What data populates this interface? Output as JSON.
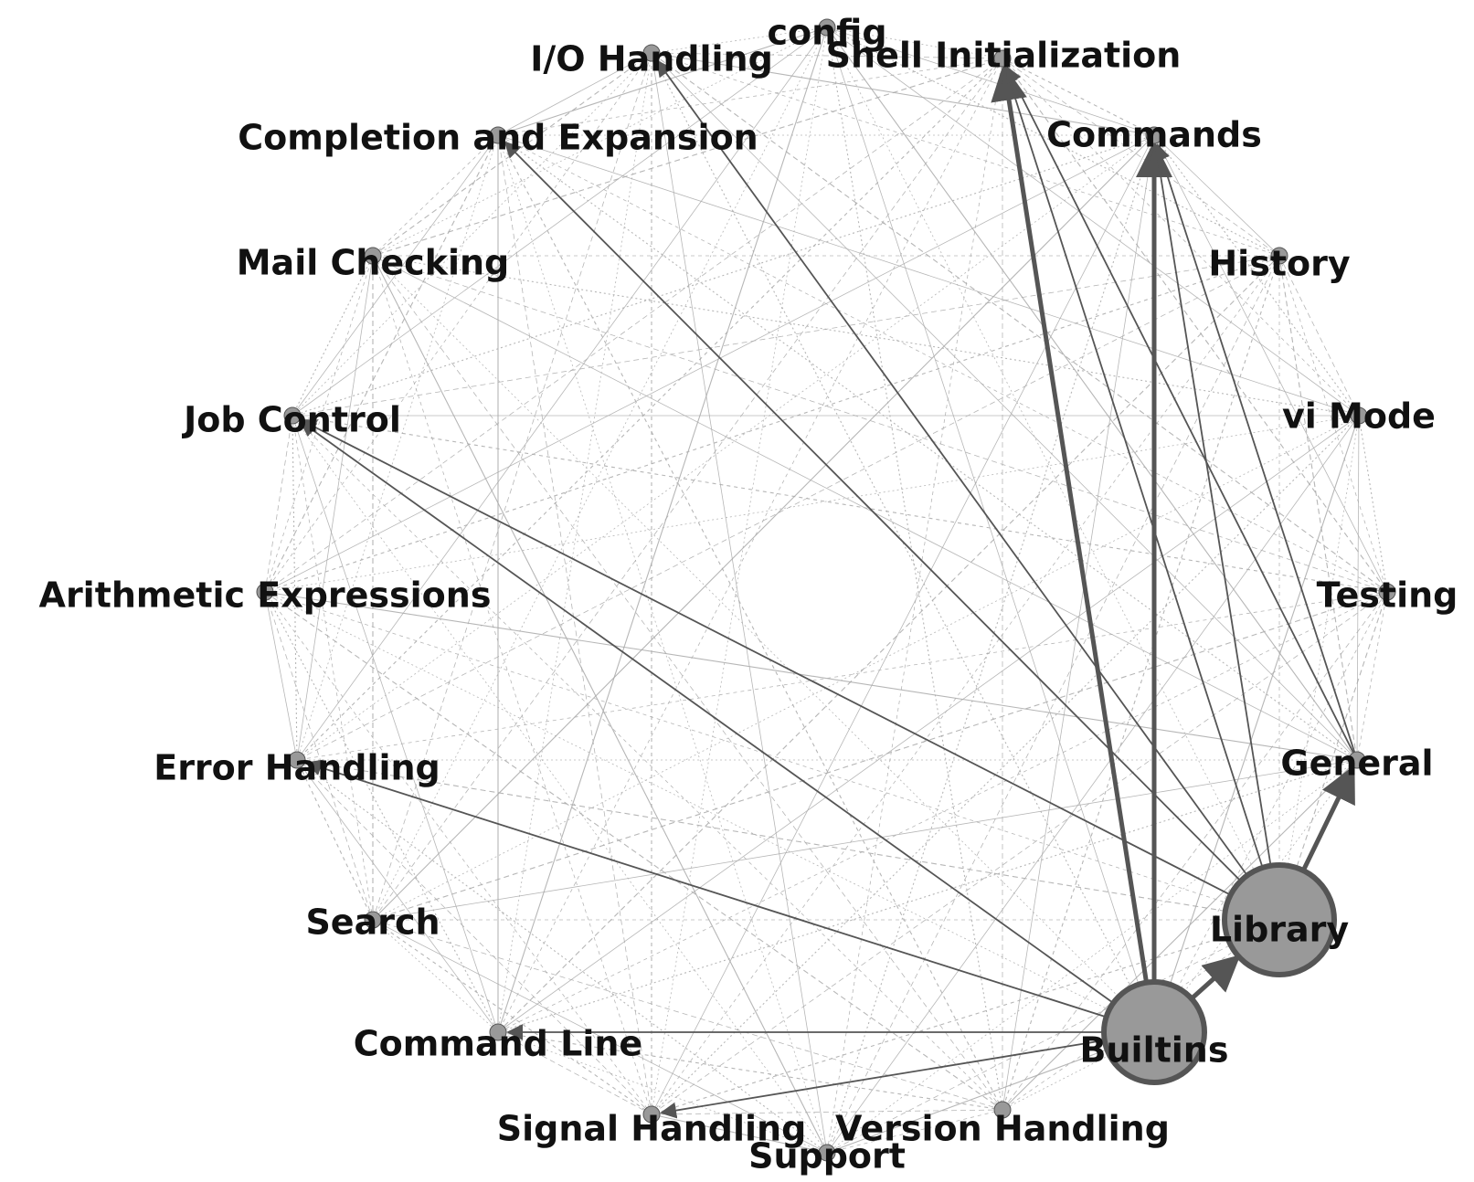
{
  "nodes": [
    {
      "id": "config",
      "label": "config"
    },
    {
      "id": "shell_init",
      "label": "Shell Initialization"
    },
    {
      "id": "commands",
      "label": "Commands"
    },
    {
      "id": "history",
      "label": "History"
    },
    {
      "id": "vi_mode",
      "label": "vi Mode"
    },
    {
      "id": "testing",
      "label": "Testing"
    },
    {
      "id": "general",
      "label": "General"
    },
    {
      "id": "library",
      "label": "Library"
    },
    {
      "id": "builtins",
      "label": "Builtins"
    },
    {
      "id": "version_handling",
      "label": "Version Handling"
    },
    {
      "id": "support",
      "label": "Support"
    },
    {
      "id": "signal_handling",
      "label": "Signal Handling"
    },
    {
      "id": "command_line",
      "label": "Command Line"
    },
    {
      "id": "search",
      "label": "Search"
    },
    {
      "id": "error_handling",
      "label": "Error Handling"
    },
    {
      "id": "arith",
      "label": "Arithmetic Expressions"
    },
    {
      "id": "job_control",
      "label": "Job Control"
    },
    {
      "id": "mail",
      "label": "Mail Checking"
    },
    {
      "id": "completion",
      "label": "Completion and Expansion"
    },
    {
      "id": "io",
      "label": "I/O Handling"
    }
  ],
  "edges": [
    {
      "source": "builtins",
      "target": "commands",
      "weight": "strong"
    },
    {
      "source": "builtins",
      "target": "shell_init",
      "weight": "strong"
    },
    {
      "source": "builtins",
      "target": "library",
      "weight": "strong"
    },
    {
      "source": "library",
      "target": "general",
      "weight": "strong"
    },
    {
      "source": "builtins",
      "target": "job_control",
      "weight": "medium"
    },
    {
      "source": "builtins",
      "target": "error_handling",
      "weight": "medium"
    },
    {
      "source": "library",
      "target": "commands",
      "weight": "medium"
    },
    {
      "source": "library",
      "target": "shell_init",
      "weight": "medium"
    },
    {
      "source": "builtins",
      "target": "signal_handling",
      "weight": "medium"
    },
    {
      "source": "builtins",
      "target": "command_line",
      "weight": "medium"
    },
    {
      "source": "general",
      "target": "commands",
      "weight": "medium"
    },
    {
      "source": "library",
      "target": "io",
      "weight": "medium"
    },
    {
      "source": "library",
      "target": "completion",
      "weight": "medium"
    },
    {
      "source": "library",
      "target": "job_control",
      "weight": "medium"
    },
    {
      "source": "general",
      "target": "shell_init",
      "weight": "medium"
    }
  ],
  "colors": {
    "node_fill": "#999999",
    "node_stroke": "#555555",
    "edge_strong": "#555555",
    "edge_light": "#aaaaaa",
    "label": "#111111",
    "background": "#ffffff"
  }
}
